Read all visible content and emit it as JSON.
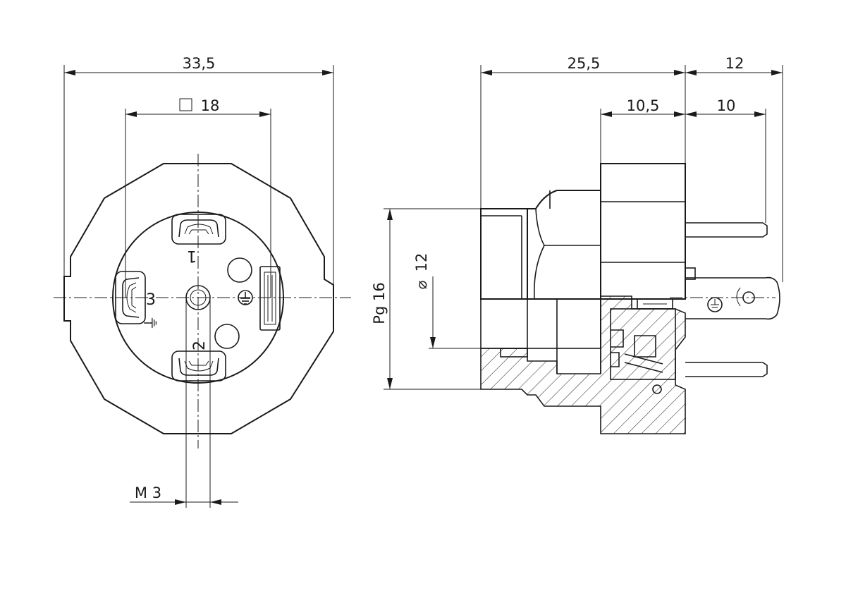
{
  "dimensions": {
    "overall_width": "33,5",
    "square_size": "18",
    "screw_thread": "M 3",
    "body_length": "25,5",
    "pin_length": "12",
    "inner_depth": "10,5",
    "contact_length": "10",
    "gland_thread": "Pg 16",
    "bore_diameter": "12"
  },
  "pin_labels": {
    "pin1": "1",
    "pin2": "2",
    "pin3": "3",
    "earth_mark": "⏚"
  }
}
